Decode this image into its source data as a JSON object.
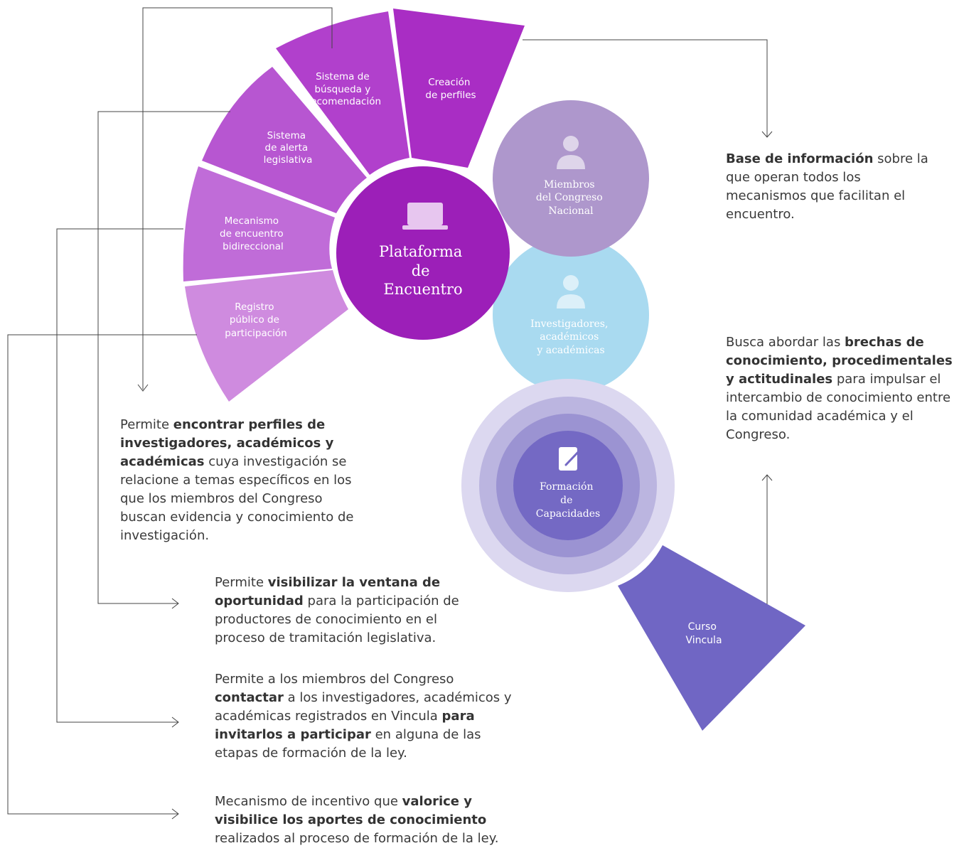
{
  "segments": {
    "creacion": [
      "Creación",
      "de perfiles"
    ],
    "busqueda": [
      "Sistema de",
      "búsqueda y",
      "recomendación"
    ],
    "alerta": [
      "Sistema",
      "de alerta",
      "legislativa"
    ],
    "mecanismo": [
      "Mecanismo",
      "de encuentro",
      "bidireccional"
    ],
    "registro": [
      "Registro",
      "público de",
      "participación"
    ]
  },
  "center": [
    "Plataforma",
    "de",
    "Encuentro"
  ],
  "circles": {
    "miembros": [
      "Miembros",
      "del Congreso",
      "Nacional"
    ],
    "investigadores": [
      "Investigadores,",
      "académicos",
      "y académicas"
    ],
    "formacion": [
      "Formación",
      "de",
      "Capacidades"
    ]
  },
  "curso": [
    "Curso",
    "Vincula"
  ],
  "descriptions": {
    "base": [
      {
        "t": "Base de información",
        "b": true
      },
      {
        "t": " sobre la que operan todos los mecanismos que facilitan el encuentro.",
        "b": false
      }
    ],
    "brechas": [
      {
        "t": "Busca abordar las ",
        "b": false
      },
      {
        "t": "brechas de conocimiento, procedimentales y actitudinales",
        "b": true
      },
      {
        "t": " para impulsar el intercambio de conocimiento entre la comunidad académica y el Congreso.",
        "b": false
      }
    ],
    "encontrar": [
      {
        "t": "Permite ",
        "b": false
      },
      {
        "t": "encontrar perfiles de investigadores, académicos y académicas",
        "b": true
      },
      {
        "t": " cuya investigación se relacione a temas específicos en los que los miembros del Congreso buscan evidencia y conocimiento de investigación.",
        "b": false
      }
    ],
    "visibilizar": [
      {
        "t": "Permite ",
        "b": false
      },
      {
        "t": "visibilizar la ventana de oportunidad",
        "b": true
      },
      {
        "t": " para la participación de productores de conocimiento en el proceso de tramitación legislativa.",
        "b": false
      }
    ],
    "contactar": [
      {
        "t": "Permite a los miembros del Congreso ",
        "b": false
      },
      {
        "t": "contactar",
        "b": true
      },
      {
        "t": " a los investigadores, académicos y académicas registrados en Vincula ",
        "b": false
      },
      {
        "t": "para invitarlos a participar",
        "b": true
      },
      {
        "t": " en alguna de las etapas de formación de la ley.",
        "b": false
      }
    ],
    "incentivo": [
      {
        "t": "Mecanismo de incentivo que ",
        "b": false
      },
      {
        "t": "valorice y visibilice los aportes de conocimiento",
        "b": true
      },
      {
        "t": " realizados al proceso de formación de la ley.",
        "b": false
      }
    ]
  },
  "colors": {
    "creacion": "#a92dc4",
    "busqueda": "#b140cc",
    "alerta": "#b756d1",
    "mecanismo": "#c06cd8",
    "registro": "#cf8bdf",
    "center": "#9c1fb8",
    "miembros": "#ae97cc",
    "investigadores": "#a9daf0",
    "ring1": "#dcd8f0",
    "ring2": "#bbb5e0",
    "ring3": "#9b93d2",
    "ring4": "#7469c4",
    "curso": "#7066c4",
    "connector": "#444444"
  },
  "icons": {
    "center": "laptop-icon",
    "miembros": "person-icon",
    "investigadores": "person-icon",
    "formacion": "pencil-note-icon"
  }
}
